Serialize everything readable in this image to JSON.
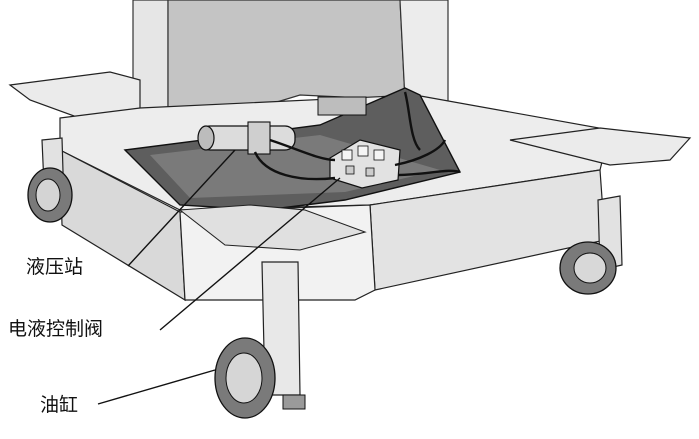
{
  "labels": {
    "hydraulic_station": "液压站",
    "control_valve": "电液控制阀",
    "cylinder": "油缸"
  },
  "colors": {
    "line": "#1a1a1a",
    "light": "#e9e9e9",
    "mid": "#cfcfcf",
    "dark": "#8a8a8a",
    "cavity": "#5c5c5c"
  }
}
